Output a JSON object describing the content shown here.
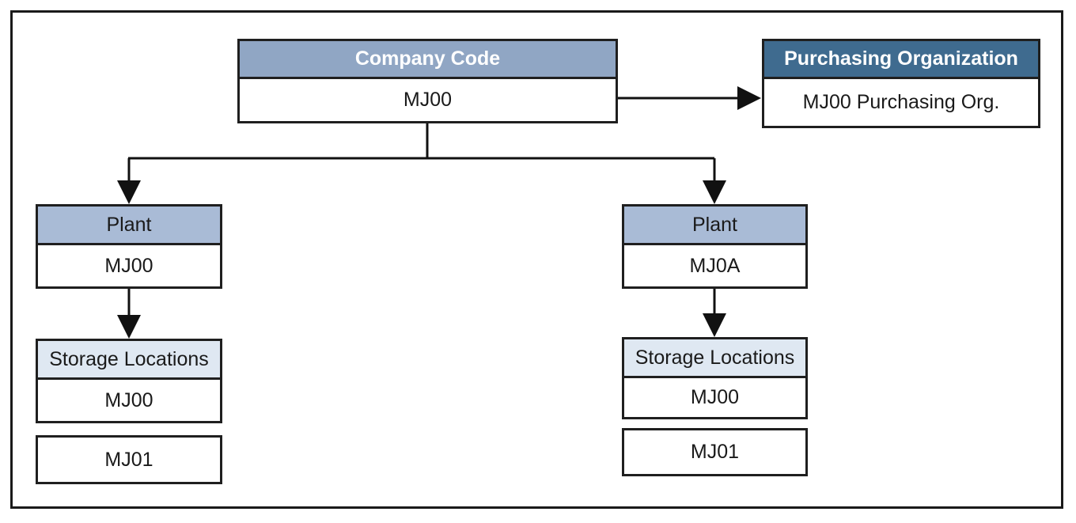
{
  "company_code": {
    "title": "Company Code",
    "value": "MJ00"
  },
  "purchasing_org": {
    "title": "Purchasing Organization",
    "value": "MJ00 Purchasing Org."
  },
  "plant_left": {
    "title": "Plant",
    "value": "MJ00",
    "storage_title": "Storage Locations",
    "storage": [
      "MJ00",
      "MJ01"
    ]
  },
  "plant_right": {
    "title": "Plant",
    "value": "MJ0A",
    "storage_title": "Storage Locations",
    "storage": [
      "MJ00",
      "MJ01"
    ]
  }
}
